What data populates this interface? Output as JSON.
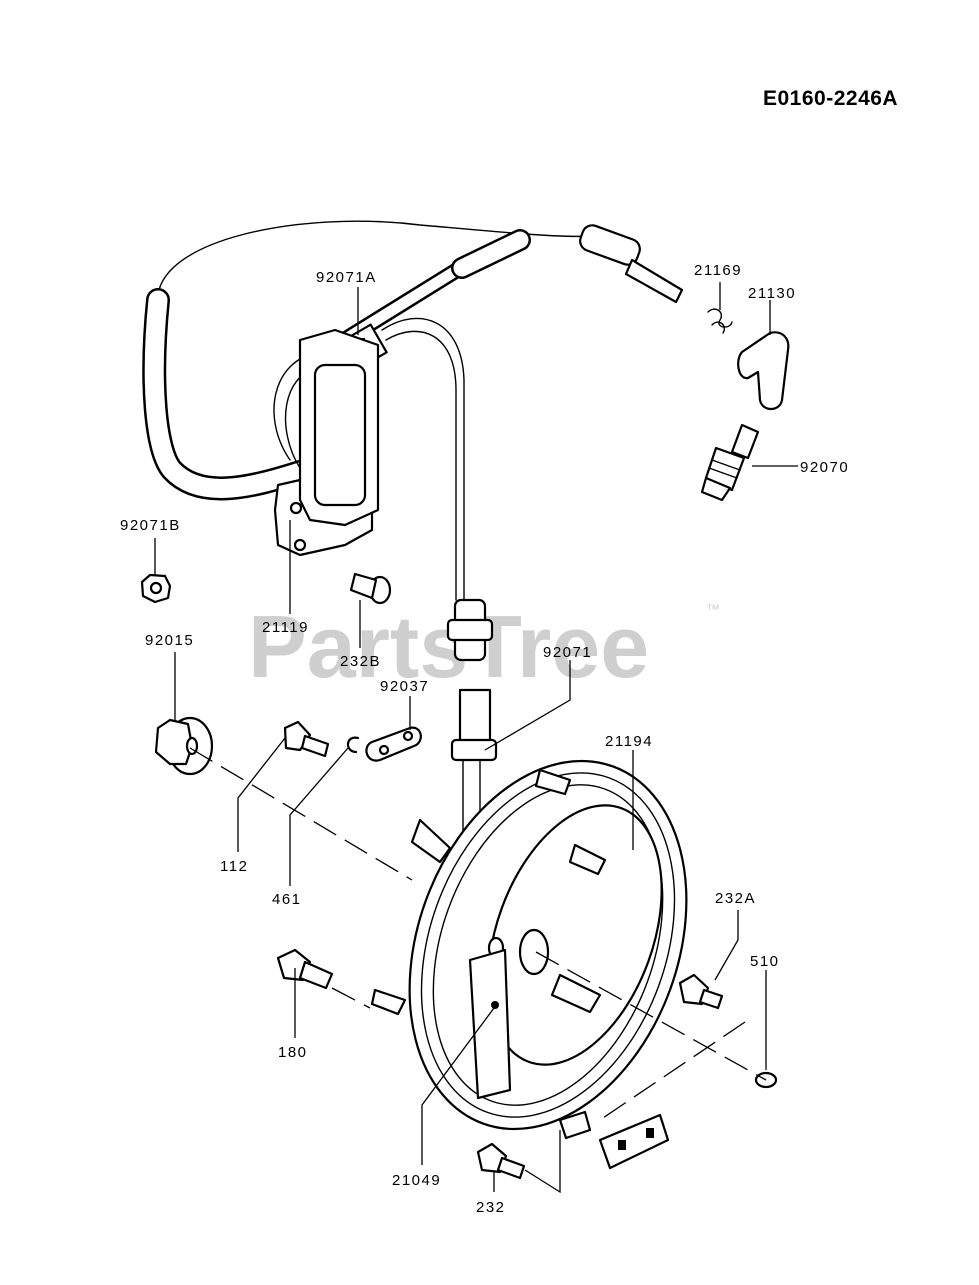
{
  "diagram_code": "E0160-2246A",
  "watermark": {
    "text": "PartsTree",
    "trademark": "™"
  },
  "parts": [
    {
      "id": "p-21169",
      "label": "21169"
    },
    {
      "id": "p-21130",
      "label": "21130"
    },
    {
      "id": "p-92071a",
      "label": "92071A"
    },
    {
      "id": "p-92070",
      "label": "92070"
    },
    {
      "id": "p-92071b",
      "label": "92071B"
    },
    {
      "id": "p-21119",
      "label": "21119"
    },
    {
      "id": "p-232b",
      "label": "232B"
    },
    {
      "id": "p-92015",
      "label": "92015"
    },
    {
      "id": "p-92071",
      "label": "92071"
    },
    {
      "id": "p-92037",
      "label": "92037"
    },
    {
      "id": "p-21194",
      "label": "21194"
    },
    {
      "id": "p-112",
      "label": "112"
    },
    {
      "id": "p-461",
      "label": "461"
    },
    {
      "id": "p-232a",
      "label": "232A"
    },
    {
      "id": "p-510",
      "label": "510"
    },
    {
      "id": "p-180",
      "label": "180"
    },
    {
      "id": "p-21049",
      "label": "21049"
    },
    {
      "id": "p-232",
      "label": "232"
    }
  ]
}
